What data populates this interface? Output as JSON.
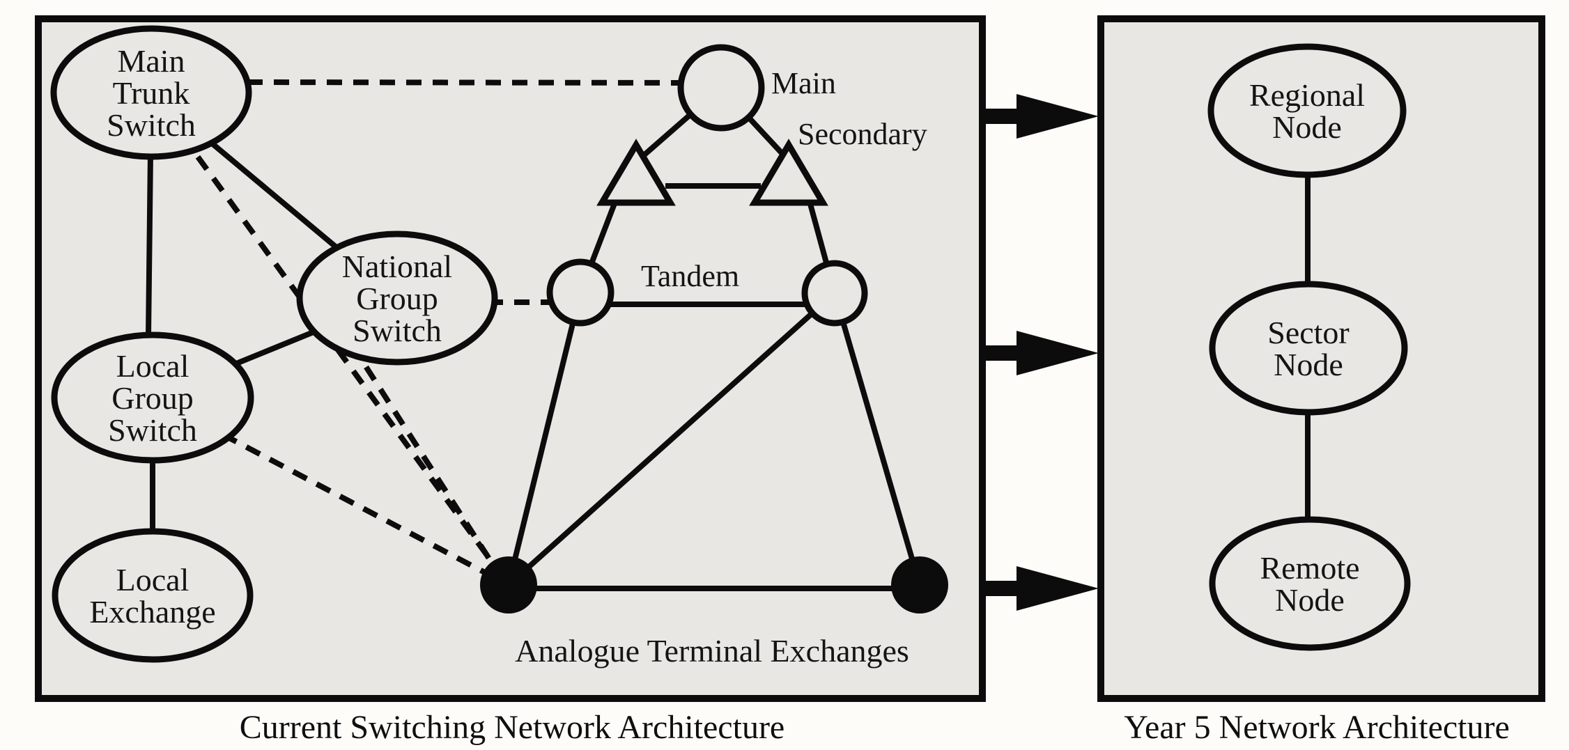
{
  "colors": {
    "page_bg": "#fdfcf9",
    "panel_bg": "#e8e7e3",
    "ink": "#0c0c0c"
  },
  "left_panel": {
    "caption": "Current Switching Network Architecture",
    "nodes": {
      "main_trunk_switch": {
        "lines": [
          "Main",
          "Trunk",
          "Switch"
        ]
      },
      "national_group_switch": {
        "lines": [
          "National",
          "Group",
          "Switch"
        ]
      },
      "local_group_switch": {
        "lines": [
          "Local",
          "Group",
          "Switch"
        ]
      },
      "local_exchange": {
        "lines": [
          "Local",
          "Exchange"
        ]
      }
    },
    "labels": {
      "main": "Main",
      "secondary": "Secondary",
      "tandem": "Tandem",
      "analogue": "Analogue Terminal Exchanges"
    }
  },
  "right_panel": {
    "caption": "Year 5 Network Architecture",
    "nodes": {
      "regional_node": {
        "lines": [
          "Regional",
          "Node"
        ]
      },
      "sector_node": {
        "lines": [
          "Sector",
          "Node"
        ]
      },
      "remote_node": {
        "lines": [
          "Remote",
          "Node"
        ]
      }
    }
  },
  "transition": {
    "arrow_count": 3,
    "direction": "left-to-right"
  }
}
